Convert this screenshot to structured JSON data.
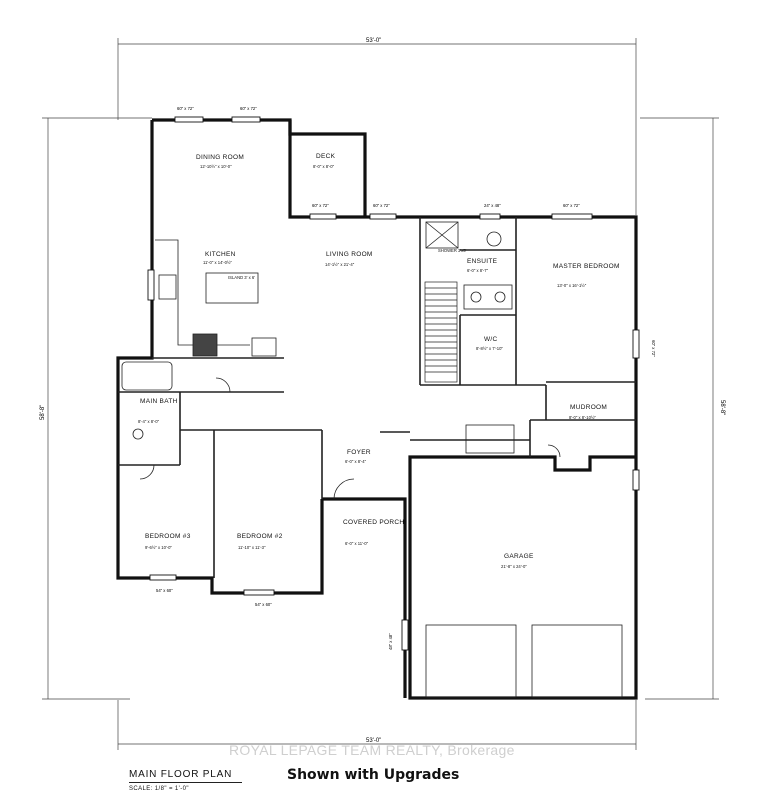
{
  "dimensions": {
    "overall_width": "53'-0\"",
    "overall_depth": "58'-8\""
  },
  "rooms": {
    "dining_room": {
      "name": "DINING ROOM",
      "size": "12'-10½\" x 10'-0\""
    },
    "deck": {
      "name": "DECK",
      "size": "8'-0\" x 8'-0\""
    },
    "kitchen": {
      "name": "KITCHEN",
      "size": "11'-0\" x 14'-0½\""
    },
    "living_room": {
      "name": "LIVING ROOM",
      "size": "14'-1½\" x 21'-4\""
    },
    "ensuite": {
      "name": "ENSUITE",
      "size": "6'-0\" x 8'-7\""
    },
    "master_bedroom": {
      "name": "MASTER BEDROOM",
      "size": "13'-0\" x 16'-1½\""
    },
    "wic": {
      "name": "W/C",
      "size": "8'-8½\" x 7'-10\""
    },
    "main_bath": {
      "name": "MAIN BATH",
      "size": "8'-4\" x 8'-0\""
    },
    "mudroom": {
      "name": "MUDROOM",
      "size": "8'-0\" x 8'-10½\""
    },
    "foyer": {
      "name": "FOYER",
      "size": "6'-0\" x 8'-4\""
    },
    "bedroom3": {
      "name": "BEDROOM #3",
      "size": "9'-6½\" x 10'-0\""
    },
    "bedroom2": {
      "name": "BEDROOM #2",
      "size": "11'-10\" x 11'-3\""
    },
    "covered_porch": {
      "name": "COVERED PORCH",
      "size": "6'-0\" x 11'-0\""
    },
    "garage": {
      "name": "GARAGE",
      "size": "21'-8\" x 24'-0\""
    }
  },
  "window_labels": {
    "w1": "60\" x 72\"",
    "w2": "60\" x 72\"",
    "w3": "60\" x 72\"",
    "w4": "60\" x 72\"",
    "w5": "24\" x 48\"",
    "w6": "60\" x 72\"",
    "w7": "60\" x 72\"",
    "w8": "54\" x 60\"",
    "w9": "54\" x 60\"",
    "w10": "48\" x 48\""
  },
  "misc_labels": {
    "island": "ISLAND 3' x 6'",
    "shower": "SHOWER 3'x5'"
  },
  "footer": {
    "watermark": "ROYAL LEPAGE TEAM REALTY, Brokerage",
    "plan_title": "MAIN FLOOR PLAN",
    "plan_scale": "SCALE: 1/8\" = 1'-0\"",
    "upgrades_note": "Shown with Upgrades"
  }
}
